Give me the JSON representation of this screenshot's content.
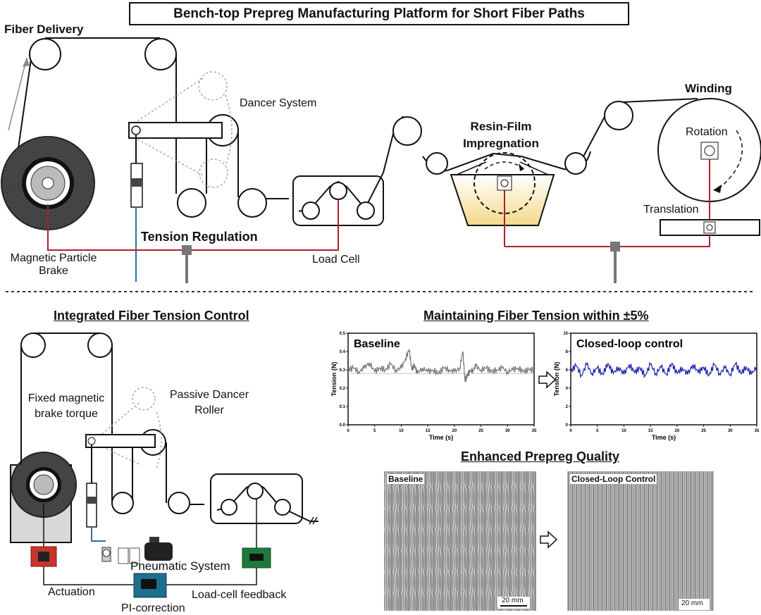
{
  "title": "Bench-top Prepreg Manufacturing Platform for Short Fiber Paths",
  "top": {
    "fiber_delivery": "Fiber Delivery",
    "dancer_system": "Dancer System",
    "tension_regulation": "Tension Regulation",
    "brake_line1": "Magnetic Particle",
    "brake_line2": "Brake",
    "load_cell": "Load Cell",
    "resin_line1": "Resin-Film",
    "resin_line2": "Impregnation",
    "winding": "Winding",
    "rotation": "Rotation",
    "translation": "Translation"
  },
  "bottom_left": {
    "heading": "Integrated Fiber Tension Control",
    "fixed_line1": "Fixed magnetic",
    "fixed_line2": "brake torque",
    "passive_line1": "Passive Dancer",
    "passive_line2": "Roller",
    "pneumatic": "Pneumatic System",
    "actuation": "Actuation",
    "load_feedback": "Load-cell feedback",
    "pi_correction": "PI-correction"
  },
  "charts_heading": "Maintaining Fiber Tension within ±5%",
  "quality_heading": "Enhanced Prepreg Quality",
  "quality": {
    "baseline_label": "Baseline",
    "closed_label": "Closed-Loop Control",
    "scale_left": "20 mm",
    "scale_right": "20 mm"
  },
  "colors": {
    "signal_red": "#b0202a",
    "signal_blue": "#2f6fa0",
    "baseline_trace": "#777777",
    "closed_trace": "#1a1ab0",
    "resin": "#f3dc8a"
  },
  "chart_data": [
    {
      "type": "line",
      "title": "Baseline",
      "xlabel": "Time (s)",
      "ylabel": "Tension (N)",
      "xlim": [
        0,
        35
      ],
      "ylim": [
        0.0,
        0.5
      ],
      "xticks": [
        "0",
        "5",
        "10",
        "15",
        "20",
        "25",
        "30",
        "35"
      ],
      "yticks": [
        "0.5",
        "0.4",
        "0.3",
        "0.2",
        "0.1",
        "0.0"
      ],
      "reference_line": 0.28,
      "series": [
        {
          "x": [
            0,
            1,
            2,
            3,
            4,
            5,
            6,
            7,
            8,
            9,
            10,
            10.8,
            11.5,
            12,
            12.5,
            13,
            14,
            15,
            16,
            17,
            18,
            19,
            20,
            21,
            21.6,
            22,
            22.4,
            22.9,
            23.5,
            24,
            25,
            26,
            27,
            28,
            29,
            30,
            31,
            32,
            33,
            34,
            35
          ],
          "values": [
            0.3,
            0.31,
            0.29,
            0.31,
            0.34,
            0.29,
            0.31,
            0.3,
            0.33,
            0.3,
            0.31,
            0.36,
            0.41,
            0.3,
            0.33,
            0.28,
            0.31,
            0.29,
            0.3,
            0.28,
            0.31,
            0.3,
            0.29,
            0.31,
            0.4,
            0.24,
            0.27,
            0.29,
            0.3,
            0.32,
            0.3,
            0.31,
            0.29,
            0.3,
            0.31,
            0.29,
            0.3,
            0.31,
            0.29,
            0.3,
            0.3
          ]
        }
      ]
    },
    {
      "type": "line",
      "title": "Closed-loop control",
      "xlabel": "Time (s)",
      "ylabel": "Tension (N)",
      "xlim": [
        0,
        35
      ],
      "ylim": [
        0,
        10
      ],
      "xticks": [
        "0",
        "5",
        "10",
        "15",
        "20",
        "25",
        "30",
        "35"
      ],
      "yticks": [
        "10",
        "8",
        "6",
        "4",
        "2",
        "0"
      ],
      "series": [
        {
          "x": [
            0,
            1,
            2,
            3,
            4,
            5,
            6,
            7,
            8,
            9,
            10,
            11,
            12,
            13,
            14,
            15,
            16,
            17,
            18,
            19,
            20,
            21,
            22,
            23,
            24,
            25,
            26,
            27,
            28,
            29,
            30,
            31,
            32,
            33,
            34,
            35
          ],
          "values": [
            5.8,
            6.5,
            5.4,
            6.6,
            5.6,
            6.2,
            5.5,
            6.7,
            5.6,
            6.3,
            5.5,
            6.6,
            5.7,
            6.2,
            5.4,
            6.6,
            5.6,
            6.3,
            5.5,
            6.7,
            5.6,
            6.2,
            5.5,
            6.6,
            5.7,
            6.3,
            5.4,
            6.6,
            5.6,
            6.2,
            5.5,
            6.7,
            5.6,
            6.3,
            5.5,
            6.4
          ]
        }
      ]
    }
  ]
}
